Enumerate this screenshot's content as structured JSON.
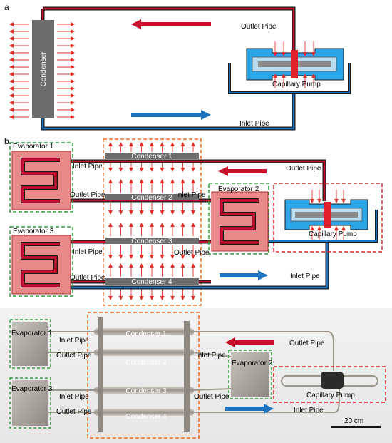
{
  "panel_a": {
    "letter": "a",
    "condenser_label": "Condenser",
    "outlet_label": "Outlet Pipe",
    "inlet_label": "Inlet Pipe",
    "pump_label": "Capillary Pump"
  },
  "panel_b": {
    "letter": "b",
    "evaporators": [
      "Evaporator 1",
      "Evaporator 2",
      "Evaporator 3"
    ],
    "condensers": [
      "Condenser 1",
      "Condenser 2",
      "Condenser 3",
      "Condenser 4"
    ],
    "inlet_label": "Inlet Pipe",
    "outlet_label": "Outlet Pipe",
    "pump_label": "Capillary Pump"
  },
  "panel_photo": {
    "evaporators": [
      "Evaporator 1",
      "Evaporator 2",
      "Evaporator 3"
    ],
    "condensers": [
      "Condenser 1",
      "Condenser 2",
      "Condenser 3",
      "Condenser 4"
    ],
    "inlet_label": "Inlet Pipe",
    "outlet_label": "Outlet Pipe",
    "pump_label": "Capillary Pump",
    "scale_label": "20 cm"
  },
  "colors": {
    "hot": "#c8102e",
    "cold": "#1e73be",
    "evaporator_fill": "#e98a8a",
    "pump_blue": "#2aa6e8",
    "condenser_gray": "#6d6d6d",
    "green_dash": "#2e9e3a",
    "orange_dash": "#f06a1e",
    "red_dash": "#e0202a"
  }
}
